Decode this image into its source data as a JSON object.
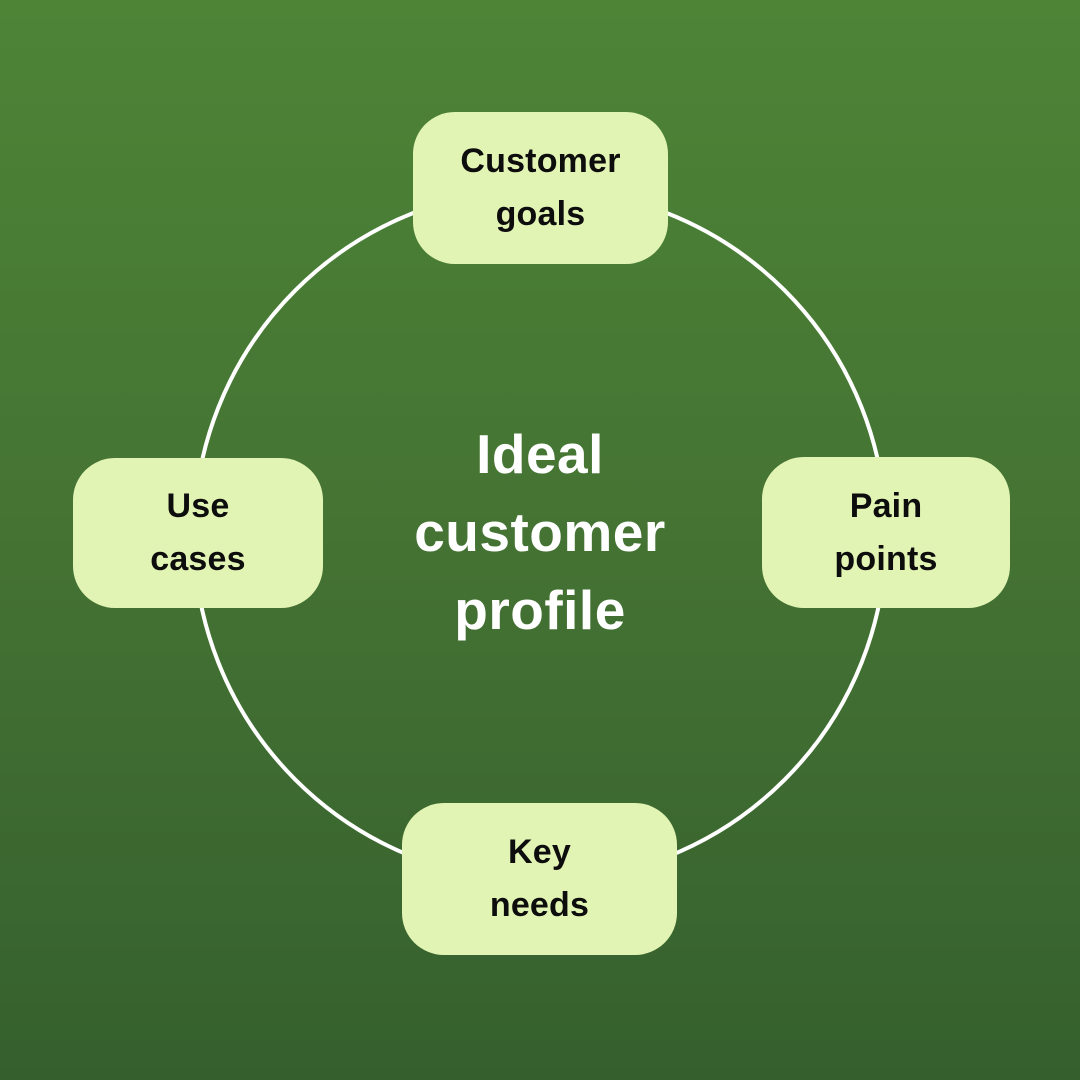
{
  "diagram": {
    "title": {
      "lines": [
        "Ideal",
        "customer",
        "profile"
      ],
      "color": "#ffffff"
    },
    "nodes": {
      "top": {
        "label": "Customer goals",
        "lines": [
          "Customer",
          "goals"
        ]
      },
      "right": {
        "label": "Pain points",
        "lines": [
          "Pain",
          "points"
        ]
      },
      "bottom": {
        "label": "Key needs",
        "lines": [
          "Key",
          "needs"
        ]
      },
      "left": {
        "label": "Use cases",
        "lines": [
          "Use",
          "cases"
        ]
      }
    },
    "style": {
      "background_gradient_top": "#4d8436",
      "background_gradient_bottom": "#35602e",
      "node_fill": "#e2f4b3",
      "node_text_color": "#0d0d0d",
      "circle_stroke": "#ffffff",
      "circle_stroke_width": 4
    }
  }
}
